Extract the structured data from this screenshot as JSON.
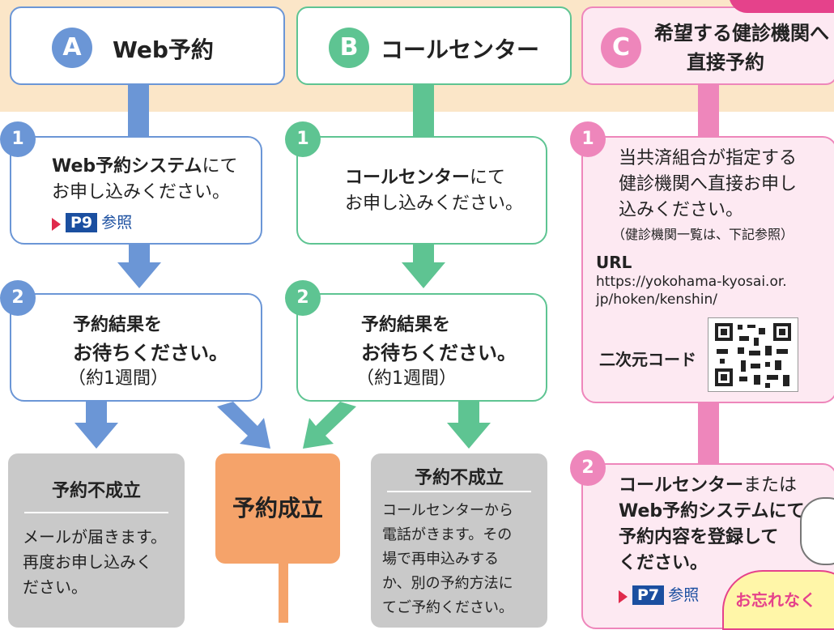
{
  "columns": [
    {
      "letter": "A",
      "title": "Web予約"
    },
    {
      "letter": "B",
      "title": "コールセンター"
    },
    {
      "letter": "C",
      "title_line1": "希望する健診機関へ",
      "title_line2": "直接予約"
    }
  ],
  "col_a": {
    "step1": {
      "num": "1",
      "bold": "Web予約システム",
      "line1_rest": "にて",
      "line2": "お申し込みください。",
      "ref_page": "P9",
      "ref_word": "参照"
    },
    "step2": {
      "num": "2",
      "line1": "予約結果を",
      "line2": "お待ちください。",
      "line3": "（約1週間）"
    }
  },
  "col_b": {
    "step1": {
      "num": "1",
      "bold": "コールセンター",
      "line1_rest": "にて",
      "line2": "お申し込みください。"
    },
    "step2": {
      "num": "2",
      "line1": "予約結果を",
      "line2": "お待ちください。",
      "line3": "（約1週間）"
    }
  },
  "col_c": {
    "step1": {
      "num": "1",
      "line1": "当共済組合が指定する",
      "line2": "健診機関へ直接お申し",
      "line3": "込みください。",
      "note": "（健診機関一覧は、下記参照）",
      "url_label": "URL",
      "url_line1": "https://yokohama-kyosai.or.",
      "url_line2": "jp/hoken/kenshin/",
      "qr_label": "二次元コード"
    },
    "step2": {
      "num": "2",
      "bold1": "コールセンター",
      "line1_rest": "または",
      "line2": "Web予約システムにて",
      "line3": "予約内容を登録して",
      "line4": "ください。",
      "ref_page": "P7",
      "ref_word": "参照",
      "bubble": "お忘れなく"
    }
  },
  "outcomes": {
    "fail_a": {
      "title": "予約不成立",
      "line1": "メールが届きます。",
      "line2": "再度お申し込みく",
      "line3": "ださい。"
    },
    "success": {
      "title": "予約成立"
    },
    "fail_b": {
      "title": "予約不成立",
      "line1": "コールセンターから",
      "line2": "電話がきます。その",
      "line3": "場で再申込みする",
      "line4": "か、別の予約方法に",
      "line5": "てご予約ください。"
    }
  },
  "colors": {
    "a": "#6b96d6",
    "b": "#5ec492",
    "c": "#ee86bb",
    "success": "#f5a36a",
    "gray": "#c9c9c9",
    "ref": "#1b4fa0"
  }
}
